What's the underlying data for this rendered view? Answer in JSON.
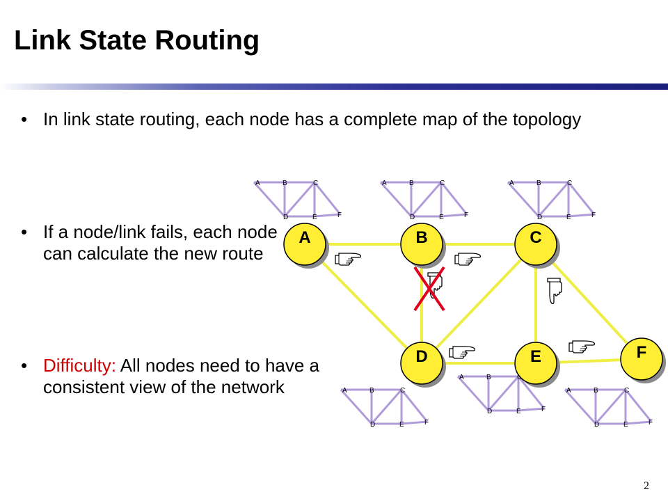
{
  "title": "Link State Routing",
  "bullets": {
    "b1": "In link state routing, each node has a complete map of the topology",
    "b2": "If a node/link fails, each node can calculate the new route",
    "b3_prefix": "Difficulty:",
    "b3_rest": " All nodes need to have a consistent view of the network"
  },
  "page_number": "2",
  "network": {
    "nodes": [
      "A",
      "B",
      "C",
      "D",
      "E",
      "F"
    ],
    "links": [
      [
        "A",
        "B"
      ],
      [
        "B",
        "C"
      ],
      [
        "A",
        "D"
      ],
      [
        "B",
        "D"
      ],
      [
        "C",
        "D"
      ],
      [
        "C",
        "E"
      ],
      [
        "C",
        "F"
      ],
      [
        "D",
        "E"
      ],
      [
        "E",
        "F"
      ]
    ],
    "failed_link": [
      "B",
      "D"
    ],
    "map_labels": [
      "A",
      "B",
      "C",
      "D",
      "E",
      "F"
    ],
    "colors": {
      "node_fill": "#ffee33",
      "link": "#eeee44",
      "map_link": "#b09cd8",
      "failure_mark": "#e0001b"
    }
  },
  "icons": {
    "message": "pointing-hand-icon",
    "failure": "x-mark-icon"
  }
}
